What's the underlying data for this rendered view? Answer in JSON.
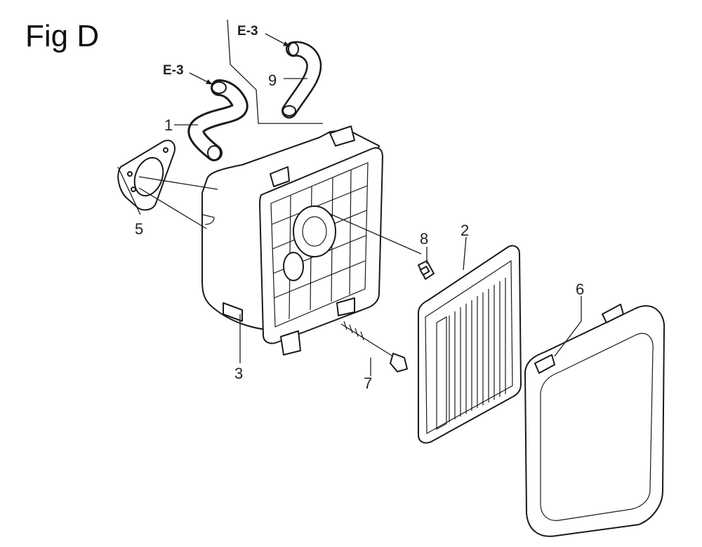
{
  "figure": {
    "title": "Fig D"
  },
  "references": [
    {
      "label": "E-3"
    },
    {
      "label": "E-3"
    }
  ],
  "callouts": [
    {
      "number": "1"
    },
    {
      "number": "2"
    },
    {
      "number": "3"
    },
    {
      "number": "5"
    },
    {
      "number": "6"
    },
    {
      "number": "7"
    },
    {
      "number": "8"
    },
    {
      "number": "9"
    }
  ]
}
